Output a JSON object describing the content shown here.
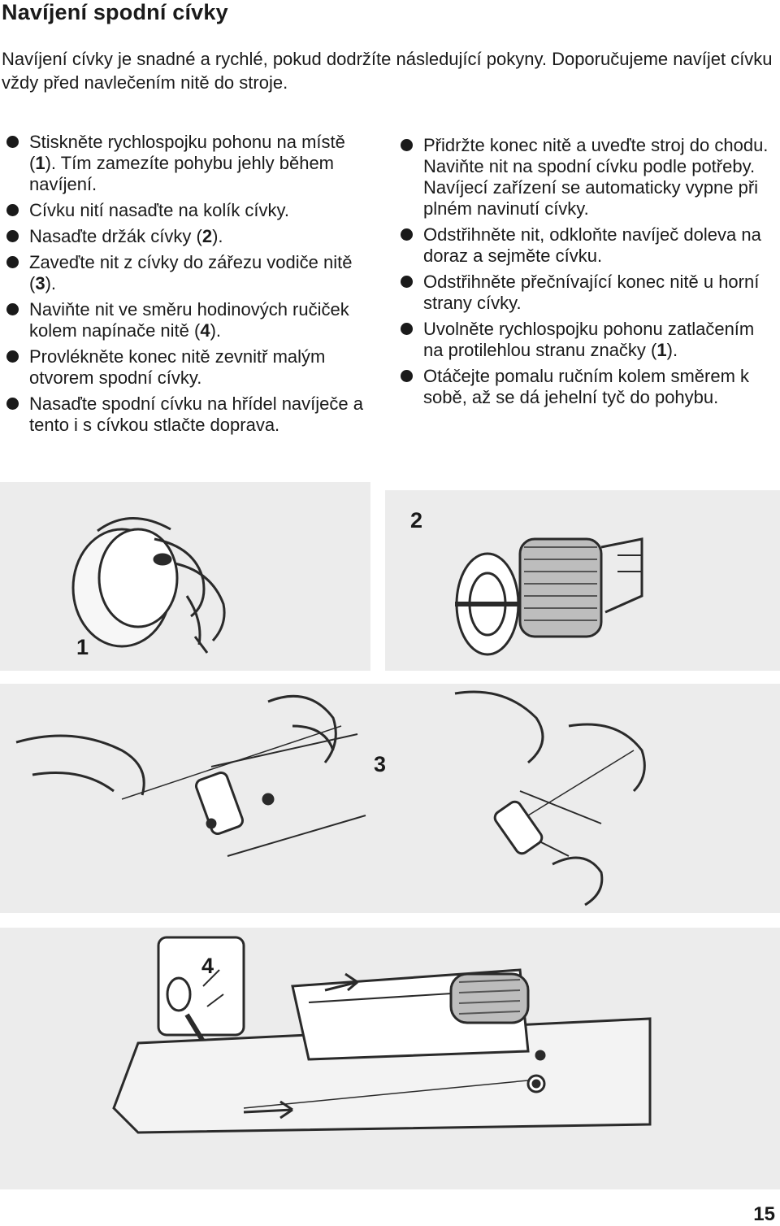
{
  "title": "Navíjení spodní cívky",
  "intro": "Navíjení cívky je snadné a rychlé, pokud dodržíte následující pokyny. Doporučujeme navíjet cívku vždy před navlečením nitě do stroje.",
  "left_steps": [
    {
      "pre": "Stiskněte rychlospojku pohonu na místě (",
      "num": "1",
      "post": "). Tím zamezíte pohybu jehly během navíjení."
    },
    {
      "pre": "Cívku nití nasaďte na kolík cívky.",
      "num": "",
      "post": ""
    },
    {
      "pre": "Nasaďte držák cívky (",
      "num": "2",
      "post": ")."
    },
    {
      "pre": "Zaveďte nit z cívky do zářezu vodiče nitě (",
      "num": "3",
      "post": ")."
    },
    {
      "pre": "Naviňte nit ve směru hodinových ručiček kolem napínače nitě (",
      "num": "4",
      "post": ")."
    },
    {
      "pre": "Provlékněte konec nitě zevnitř malým otvorem spodní cívky.",
      "num": "",
      "post": ""
    },
    {
      "pre": "Nasaďte spodní cívku na hřídel navíječe a tento i s cívkou stlačte doprava.",
      "num": "",
      "post": ""
    }
  ],
  "right_steps": [
    {
      "pre": "Přidržte konec nitě a uveďte stroj do chodu. Naviňte nit na spodní cívku podle potřeby. Navíjecí zařízení se automaticky vypne při plném navinutí cívky.",
      "num": "",
      "post": ""
    },
    {
      "pre": "Odstřihněte nit, odkloňte navíječ doleva na doraz a sejměte cívku.",
      "num": "",
      "post": ""
    },
    {
      "pre": "Odstřihněte přečnívající konec nitě u horní strany cívky.",
      "num": "",
      "post": ""
    },
    {
      "pre": "Uvolněte rychlospojku pohonu zatlačením na protilehlou stranu značky (",
      "num": "1",
      "post": ")."
    },
    {
      "pre": "Otáčejte pomalu ručním kolem směrem k sobě, až se dá jehelní tyč do pohybu.",
      "num": "",
      "post": ""
    }
  ],
  "figures": {
    "fig1_label": "1",
    "fig2_label": "2",
    "fig3_label": "3",
    "fig4_label": "4"
  },
  "page_number": "15"
}
